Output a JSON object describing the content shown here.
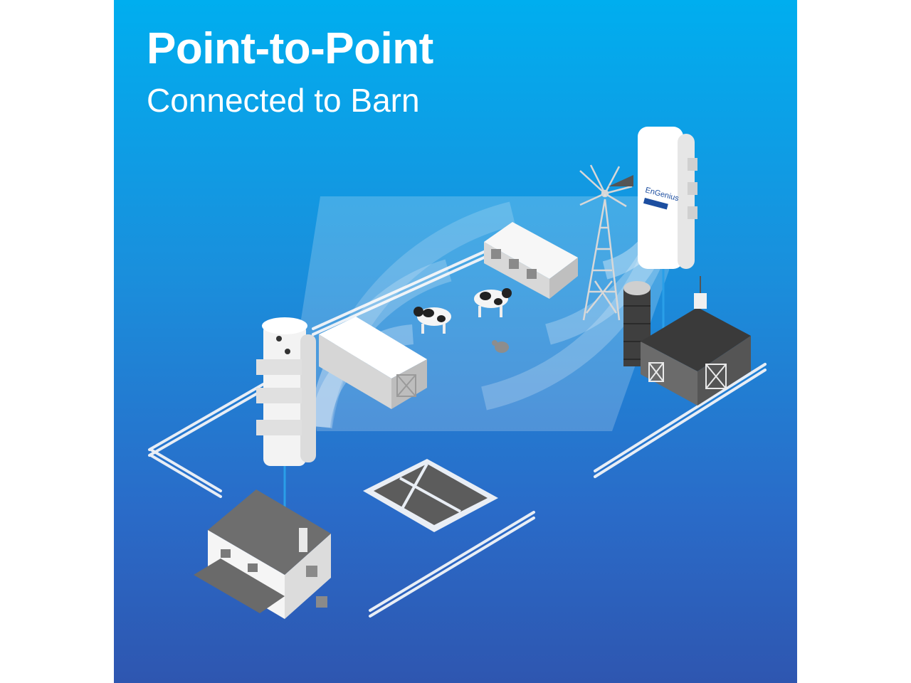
{
  "header": {
    "title": "Point-to-Point",
    "subtitle": "Connected to Barn"
  },
  "device": {
    "brand": "EnGenius"
  },
  "colors": {
    "bg_top": "#00aeef",
    "bg_bottom": "#2e56b0",
    "link_line": "#2a9fe8",
    "beam": "#ffffff",
    "roof": "#5a5a5a",
    "wall": "#f2f2f2"
  },
  "icons": [
    "house-icon",
    "barn-icon",
    "stable-icon",
    "silo-icon",
    "windmill-icon",
    "cow-icon",
    "chicken-icon",
    "garden-icon",
    "fence-icon",
    "antenna-icon"
  ]
}
